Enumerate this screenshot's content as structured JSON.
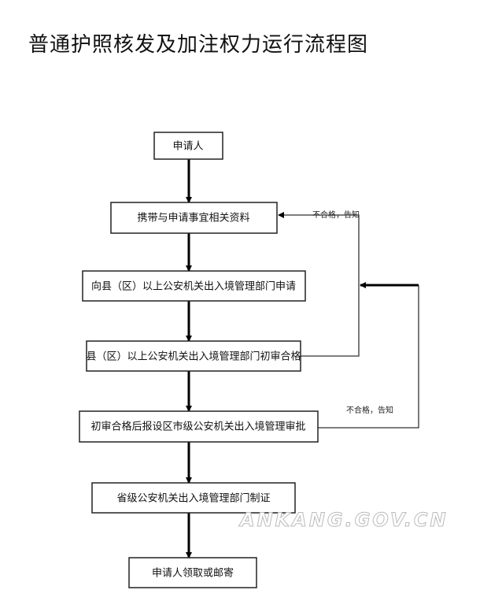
{
  "title": "普通护照核发及加注权力运行流程图",
  "steps": [
    "申请人",
    "携带与申请事宜相关资料",
    "向县（区）以上公安机关出入境管理部门申请",
    "县（区）以上公安机关出入境管理部门初审合格",
    "初审合格后报设区市级公安机关出入境管理审批",
    "省级公安机关出入境管理部门制证",
    "申请人领取或邮寄"
  ],
  "feedback": [
    "不合格，告知",
    "不合格，告知"
  ],
  "watermark": "ANKANG.GOV.CN"
}
